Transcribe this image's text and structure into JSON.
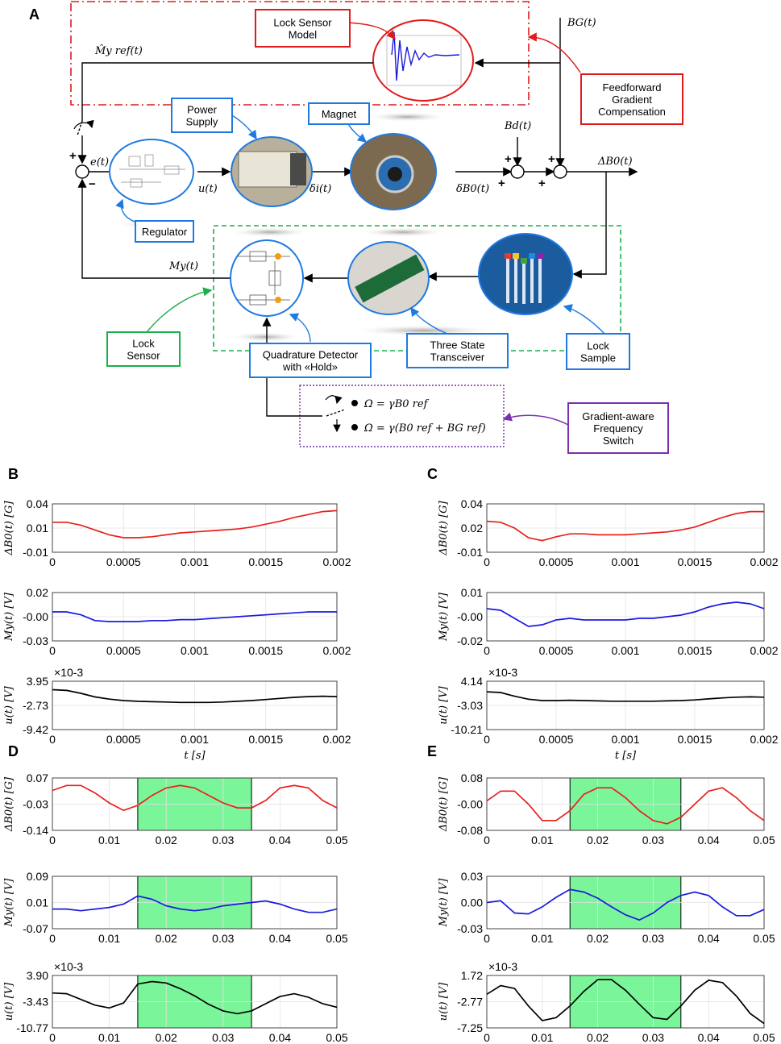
{
  "panel_labels": {
    "a": "A",
    "b": "B",
    "c": "C",
    "d": "D",
    "e": "E"
  },
  "diagram": {
    "boxes": {
      "lock_sensor_model": [
        "Lock Sensor",
        "Model"
      ],
      "power_supply": [
        "Power",
        "Supply"
      ],
      "magnet": [
        "Magnet"
      ],
      "regulator": [
        "Regulator"
      ],
      "feedforward": [
        "Feedforward",
        "Gradient",
        "Compensation"
      ],
      "lock_sensor": [
        "Lock",
        "Sensor"
      ],
      "quadrature": [
        "Quadrature Detector",
        "with «Hold»"
      ],
      "transceiver": [
        "Three State",
        "Transceiver"
      ],
      "lock_sample": [
        "Lock",
        "Sample"
      ],
      "freq_switch": [
        "Gradient-aware",
        "Frequency",
        "Switch"
      ]
    },
    "signals": {
      "m_ref": "M̂y ref(t)",
      "bg": "BG(t)",
      "bd": "Bd(t)",
      "e": "e(t)",
      "u": "u(t)",
      "di": "δi(t)",
      "db0": "δB0(t)",
      "delta_b0": "ΔB0(t)",
      "my": "My(t)"
    },
    "equations": [
      "Ω = γB0 ref",
      "Ω = γ(B0 ref + BG ref)"
    ],
    "plus": "+",
    "minus": "−"
  },
  "chart_data": [
    {
      "panel": "B",
      "type": "line",
      "color": "#e8201c",
      "ylabel": "ΔB0(t) [G]",
      "ylim": [
        -0.01,
        0.04
      ],
      "yticks": [
        "0.04",
        "0.01",
        "-0.01"
      ],
      "xlim": [
        0,
        0.002
      ],
      "xticks": [
        "0",
        "0.0005",
        "0.001",
        "0.0015",
        "0.002"
      ],
      "exponent": "",
      "x": [
        0,
        0.0001,
        0.0002,
        0.0003,
        0.0004,
        0.0005,
        0.0006,
        0.0007,
        0.0008,
        0.0009,
        0.001,
        0.0011,
        0.0012,
        0.0013,
        0.0014,
        0.0015,
        0.0016,
        0.0017,
        0.0018,
        0.0019,
        0.002
      ],
      "y": [
        0.021,
        0.021,
        0.018,
        0.013,
        0.008,
        0.005,
        0.005,
        0.006,
        0.008,
        0.01,
        0.011,
        0.012,
        0.013,
        0.014,
        0.016,
        0.019,
        0.022,
        0.026,
        0.029,
        0.032,
        0.033
      ]
    },
    {
      "panel": "B",
      "type": "line",
      "color": "#1a1adf",
      "ylabel": "My(t) [V]",
      "ylim": [
        -0.03,
        0.02
      ],
      "yticks": [
        "0.02",
        "-0.00",
        "-0.03"
      ],
      "xlim": [
        0,
        0.002
      ],
      "xticks": [
        "0",
        "0.0005",
        "0.001",
        "0.0015",
        "0.002"
      ],
      "exponent": "",
      "x": [
        0,
        0.0001,
        0.0002,
        0.0003,
        0.0004,
        0.0005,
        0.0006,
        0.0007,
        0.0008,
        0.0009,
        0.001,
        0.0011,
        0.0012,
        0.0013,
        0.0014,
        0.0015,
        0.0016,
        0.0017,
        0.0018,
        0.0019,
        0.002
      ],
      "y": [
        0,
        0,
        -0.003,
        -0.009,
        -0.01,
        -0.01,
        -0.01,
        -0.009,
        -0.009,
        -0.008,
        -0.008,
        -0.007,
        -0.006,
        -0.005,
        -0.004,
        -0.003,
        -0.002,
        -0.001,
        0,
        0,
        0
      ]
    },
    {
      "panel": "B",
      "type": "line",
      "color": "#000000",
      "ylabel": "u(t) [V]",
      "ylim": [
        -9.42,
        3.95
      ],
      "yticks": [
        "3.95",
        "-2.73",
        "-9.42"
      ],
      "xlim": [
        0,
        0.002
      ],
      "xticks": [
        "0",
        "0.0005",
        "0.001",
        "0.0015",
        "0.002"
      ],
      "exponent": "×10-3",
      "xlabel": "t [s]",
      "x": [
        0,
        0.0001,
        0.0002,
        0.0003,
        0.0004,
        0.0005,
        0.0006,
        0.0007,
        0.0008,
        0.0009,
        0.001,
        0.0011,
        0.0012,
        0.0013,
        0.0014,
        0.0015,
        0.0016,
        0.0017,
        0.0018,
        0.0019,
        0.002
      ],
      "y": [
        1.6,
        1.4,
        0.6,
        -0.4,
        -1.0,
        -1.4,
        -1.6,
        -1.7,
        -1.8,
        -1.9,
        -1.9,
        -1.9,
        -1.8,
        -1.6,
        -1.4,
        -1.1,
        -0.8,
        -0.5,
        -0.3,
        -0.2,
        -0.3
      ]
    },
    {
      "panel": "C",
      "type": "line",
      "color": "#e8201c",
      "ylabel": "ΔB0(t) [G]",
      "ylim": [
        -0.01,
        0.04
      ],
      "yticks": [
        "0.04",
        "0.02",
        "-0.01"
      ],
      "xlim": [
        0,
        0.002
      ],
      "xticks": [
        "0",
        "0.0005",
        "0.001",
        "0.0015",
        "0.002"
      ],
      "exponent": "",
      "x": [
        0,
        0.0001,
        0.0002,
        0.0003,
        0.0004,
        0.0005,
        0.0006,
        0.0007,
        0.0008,
        0.0009,
        0.001,
        0.0011,
        0.0012,
        0.0013,
        0.0014,
        0.0015,
        0.0016,
        0.0017,
        0.0018,
        0.0019,
        0.002
      ],
      "y": [
        0.022,
        0.021,
        0.015,
        0.005,
        0.002,
        0.006,
        0.009,
        0.009,
        0.008,
        0.008,
        0.008,
        0.009,
        0.01,
        0.011,
        0.013,
        0.016,
        0.021,
        0.026,
        0.03,
        0.032,
        0.032
      ]
    },
    {
      "panel": "C",
      "type": "line",
      "color": "#1a1adf",
      "ylabel": "My(t) [V]",
      "ylim": [
        -0.02,
        0.01
      ],
      "yticks": [
        "0.01",
        "-0.00",
        "-0.02"
      ],
      "xlim": [
        0,
        0.002
      ],
      "xticks": [
        "0",
        "0.0005",
        "0.001",
        "0.0015",
        "0.002"
      ],
      "exponent": "",
      "x": [
        0,
        0.0001,
        0.0002,
        0.0003,
        0.0004,
        0.0005,
        0.0006,
        0.0007,
        0.0008,
        0.0009,
        0.001,
        0.0011,
        0.0012,
        0.0013,
        0.0014,
        0.0015,
        0.0016,
        0.0017,
        0.0018,
        0.0019,
        0.002
      ],
      "y": [
        0,
        -0.001,
        -0.006,
        -0.011,
        -0.01,
        -0.007,
        -0.006,
        -0.007,
        -0.007,
        -0.007,
        -0.007,
        -0.006,
        -0.006,
        -0.005,
        -0.004,
        -0.002,
        0.001,
        0.003,
        0.004,
        0.003,
        0
      ]
    },
    {
      "panel": "C",
      "type": "line",
      "color": "#000000",
      "ylabel": "u(t) [V]",
      "ylim": [
        -10.21,
        4.14
      ],
      "yticks": [
        "4.14",
        "-3.03",
        "-10.21"
      ],
      "xlim": [
        0,
        0.002
      ],
      "xticks": [
        "0",
        "0.0005",
        "0.001",
        "0.0015",
        "0.002"
      ],
      "exponent": "×10-3",
      "xlabel": "t [s]",
      "x": [
        0,
        0.0001,
        0.0002,
        0.0003,
        0.0004,
        0.0005,
        0.0006,
        0.0007,
        0.0008,
        0.0009,
        0.001,
        0.0011,
        0.0012,
        0.0013,
        0.0014,
        0.0015,
        0.0016,
        0.0017,
        0.0018,
        0.0019,
        0.002
      ],
      "y": [
        1.0,
        0.8,
        -0.3,
        -1.2,
        -1.6,
        -1.6,
        -1.5,
        -1.6,
        -1.7,
        -1.8,
        -1.8,
        -1.8,
        -1.8,
        -1.7,
        -1.6,
        -1.4,
        -1.1,
        -0.8,
        -0.6,
        -0.5,
        -0.6
      ]
    },
    {
      "panel": "D",
      "type": "line",
      "color": "#e8201c",
      "ylabel": "ΔB0(t) [G]",
      "ylim": [
        -0.14,
        0.07
      ],
      "yticks": [
        "0.07",
        "-0.03",
        "-0.14"
      ],
      "xlim": [
        0,
        0.05
      ],
      "xticks": [
        "0",
        "0.01",
        "0.02",
        "0.03",
        "0.04",
        "0.05"
      ],
      "exponent": "",
      "hold": [
        0.015,
        0.035
      ],
      "x": [
        0,
        0.0025,
        0.005,
        0.0075,
        0.01,
        0.0125,
        0.015,
        0.0175,
        0.02,
        0.0225,
        0.025,
        0.0275,
        0.03,
        0.0325,
        0.035,
        0.0375,
        0.04,
        0.0425,
        0.045,
        0.0475,
        0.05
      ],
      "y": [
        0.02,
        0.04,
        0.04,
        0.01,
        -0.03,
        -0.06,
        -0.04,
        0.0,
        0.03,
        0.04,
        0.03,
        0.0,
        -0.03,
        -0.05,
        -0.05,
        -0.02,
        0.03,
        0.04,
        0.03,
        -0.02,
        -0.05
      ]
    },
    {
      "panel": "D",
      "type": "line",
      "color": "#1a1adf",
      "ylabel": "My(t) [V]",
      "ylim": [
        -0.07,
        0.09
      ],
      "yticks": [
        "0.09",
        "0.01",
        "-0.07"
      ],
      "xlim": [
        0,
        0.05
      ],
      "xticks": [
        "0",
        "0.01",
        "0.02",
        "0.03",
        "0.04",
        "0.05"
      ],
      "exponent": "",
      "hold": [
        0.015,
        0.035
      ],
      "x": [
        0,
        0.0025,
        0.005,
        0.0075,
        0.01,
        0.0125,
        0.015,
        0.0175,
        0.02,
        0.0225,
        0.025,
        0.0275,
        0.03,
        0.0325,
        0.035,
        0.0375,
        0.04,
        0.0425,
        0.045,
        0.0475,
        0.05
      ],
      "y": [
        -0.01,
        -0.01,
        -0.015,
        -0.01,
        -0.005,
        0.005,
        0.03,
        0.02,
        0.0,
        -0.01,
        -0.015,
        -0.01,
        0.0,
        0.005,
        0.01,
        0.015,
        0.005,
        -0.01,
        -0.02,
        -0.02,
        -0.01
      ]
    },
    {
      "panel": "D",
      "type": "line",
      "color": "#000000",
      "ylabel": "u(t) [V]",
      "ylim": [
        -10.77,
        3.9
      ],
      "yticks": [
        "3.90",
        "-3.43",
        "-10.77"
      ],
      "xlim": [
        0,
        0.05
      ],
      "xticks": [
        "0",
        "0.01",
        "0.02",
        "0.03",
        "0.04",
        "0.05"
      ],
      "exponent": "×10-3",
      "xlabel": "t [s]",
      "hold": [
        0.015,
        0.035
      ],
      "x": [
        0,
        0.0025,
        0.005,
        0.0075,
        0.01,
        0.0125,
        0.015,
        0.0175,
        0.02,
        0.0225,
        0.025,
        0.0275,
        0.03,
        0.0325,
        0.035,
        0.0375,
        0.04,
        0.0425,
        0.045,
        0.0475,
        0.05
      ],
      "y": [
        -1.0,
        -1.2,
        -2.8,
        -4.4,
        -5.2,
        -3.8,
        1.5,
        2.2,
        1.8,
        0.2,
        -1.8,
        -4.2,
        -6.0,
        -6.8,
        -6.0,
        -4.0,
        -2.0,
        -1.2,
        -2.2,
        -4.0,
        -5.0
      ]
    },
    {
      "panel": "E",
      "type": "line",
      "color": "#e8201c",
      "ylabel": "ΔB0(t) [G]",
      "ylim": [
        -0.08,
        0.08
      ],
      "yticks": [
        "0.08",
        "-0.00",
        "-0.08"
      ],
      "xlim": [
        0,
        0.05
      ],
      "xticks": [
        "0",
        "0.01",
        "0.02",
        "0.03",
        "0.04",
        "0.05"
      ],
      "exponent": "",
      "hold": [
        0.015,
        0.035
      ],
      "x": [
        0,
        0.0025,
        0.005,
        0.0075,
        0.01,
        0.0125,
        0.015,
        0.0175,
        0.02,
        0.0225,
        0.025,
        0.0275,
        0.03,
        0.0325,
        0.035,
        0.0375,
        0.04,
        0.0425,
        0.045,
        0.0475,
        0.05
      ],
      "y": [
        0.01,
        0.04,
        0.04,
        0.0,
        -0.05,
        -0.05,
        -0.02,
        0.03,
        0.05,
        0.05,
        0.02,
        -0.02,
        -0.05,
        -0.06,
        -0.04,
        0.0,
        0.04,
        0.05,
        0.02,
        -0.02,
        -0.05
      ]
    },
    {
      "panel": "E",
      "type": "line",
      "color": "#1a1adf",
      "ylabel": "My(t) [V]",
      "ylim": [
        -0.03,
        0.03
      ],
      "yticks": [
        "0.03",
        "0.00",
        "-0.03"
      ],
      "xlim": [
        0,
        0.05
      ],
      "xticks": [
        "0",
        "0.01",
        "0.02",
        "0.03",
        "0.04",
        "0.05"
      ],
      "exponent": "",
      "hold": [
        0.015,
        0.035
      ],
      "x": [
        0,
        0.0025,
        0.005,
        0.0075,
        0.01,
        0.0125,
        0.015,
        0.0175,
        0.02,
        0.0225,
        0.025,
        0.0275,
        0.03,
        0.0325,
        0.035,
        0.0375,
        0.04,
        0.0425,
        0.045,
        0.0475,
        0.05
      ],
      "y": [
        0.0,
        0.002,
        -0.012,
        -0.013,
        -0.005,
        0.006,
        0.015,
        0.012,
        0.005,
        -0.005,
        -0.014,
        -0.02,
        -0.012,
        0.0,
        0.008,
        0.012,
        0.008,
        -0.005,
        -0.015,
        -0.015,
        -0.008
      ]
    },
    {
      "panel": "E",
      "type": "line",
      "color": "#000000",
      "ylabel": "u(t) [V]",
      "ylim": [
        -7.25,
        1.72
      ],
      "yticks": [
        "1.72",
        "-2.77",
        "-7.25"
      ],
      "xlim": [
        0,
        0.05
      ],
      "xticks": [
        "0",
        "0.01",
        "0.02",
        "0.03",
        "0.04",
        "0.05"
      ],
      "exponent": "×10-3",
      "xlabel": "t [s]",
      "hold": [
        0.015,
        0.035
      ],
      "x": [
        0,
        0.0025,
        0.005,
        0.0075,
        0.01,
        0.0125,
        0.015,
        0.0175,
        0.02,
        0.0225,
        0.025,
        0.0275,
        0.03,
        0.0325,
        0.035,
        0.0375,
        0.04,
        0.0425,
        0.045,
        0.0475,
        0.05
      ],
      "y": [
        -1.5,
        0.0,
        -0.5,
        -3.5,
        -6.0,
        -5.5,
        -3.5,
        -1.0,
        1.0,
        1.0,
        -0.8,
        -3.2,
        -5.5,
        -5.8,
        -3.5,
        -0.8,
        0.9,
        0.5,
        -1.8,
        -4.8,
        -6.5
      ]
    }
  ]
}
